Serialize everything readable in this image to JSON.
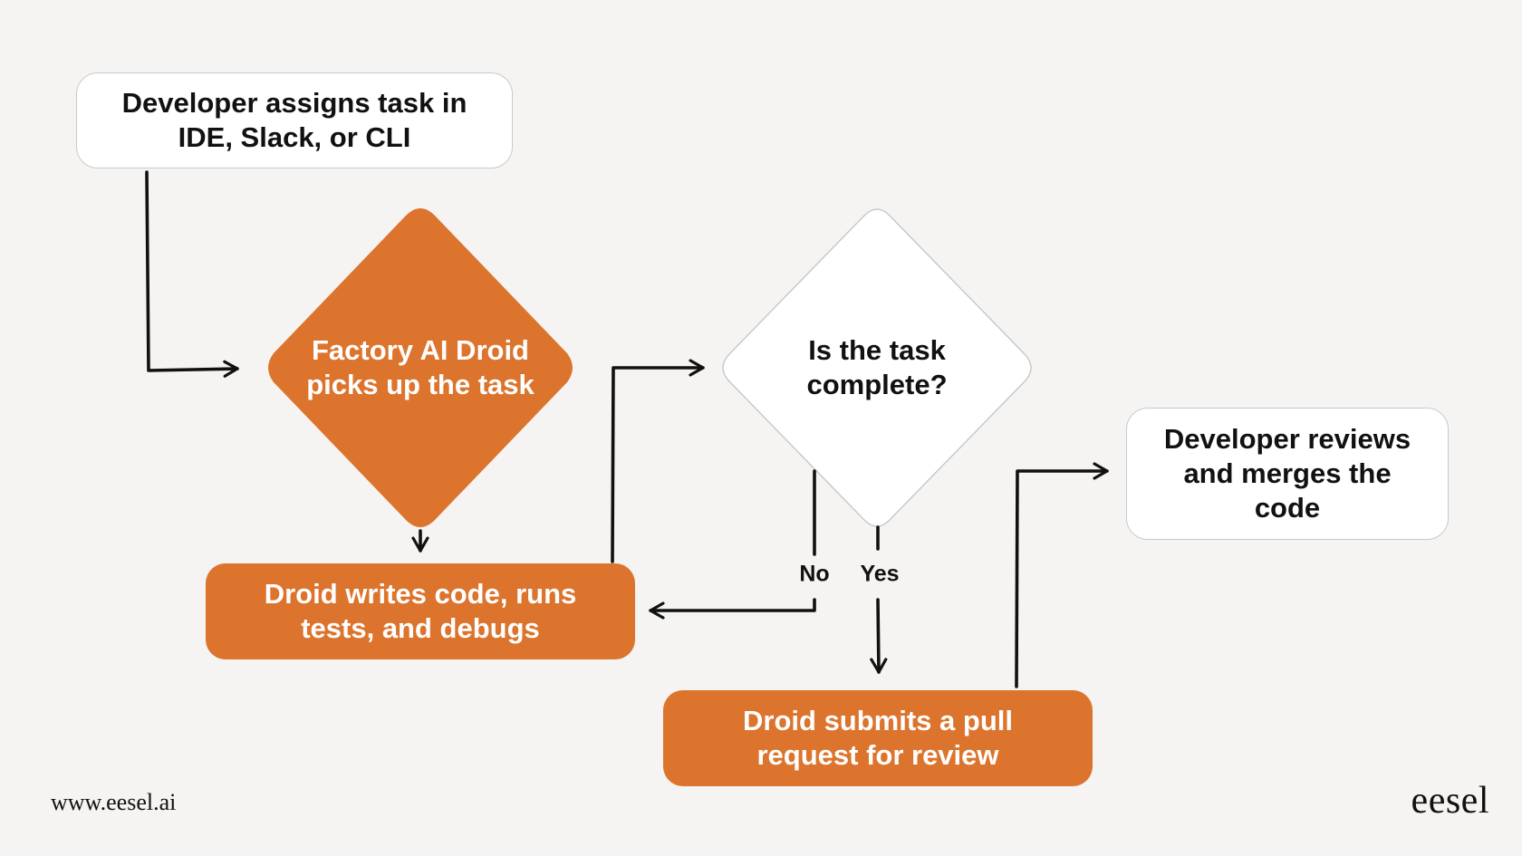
{
  "nodes": {
    "assign": "Developer assigns task in IDE, Slack, or CLI",
    "droid_picks": "Factory AI Droid picks up the task",
    "writes_code": "Droid writes code, runs tests, and debugs",
    "decision": "Is the task complete?",
    "submits_pr": "Droid submits a pull request for review",
    "reviews": "Developer reviews and merges the code"
  },
  "edge_labels": {
    "no": "No",
    "yes": "Yes"
  },
  "footer": {
    "url": "www.eesel.ai",
    "logo": "eesel"
  },
  "colors": {
    "background": "#f5f4f2",
    "accent_orange": "#dc742d",
    "box_white": "#ffffff",
    "line": "#111111"
  }
}
